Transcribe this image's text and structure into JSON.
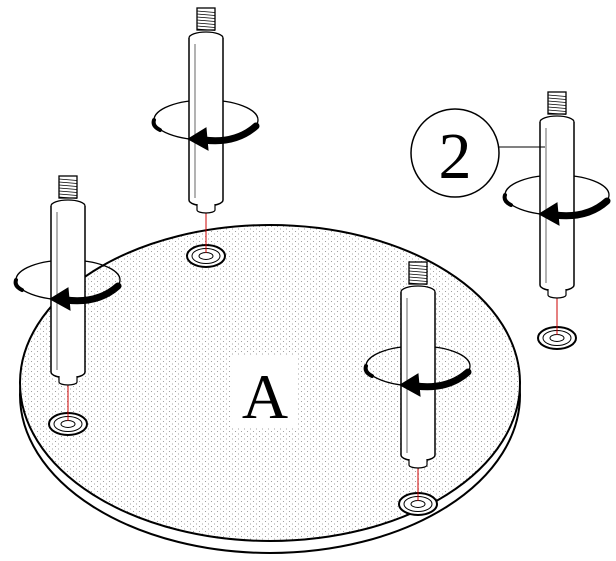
{
  "diagram": {
    "title": "",
    "part_label": "A",
    "callout_number": "2",
    "legs": [
      {
        "id": "back-left",
        "rotation": "clockwise-arrow"
      },
      {
        "id": "back-right",
        "rotation": "clockwise-arrow"
      },
      {
        "id": "front-left",
        "rotation": "clockwise-arrow"
      },
      {
        "id": "front-right",
        "rotation": "clockwise-arrow"
      }
    ],
    "colors": {
      "line": "#000000",
      "board_fill": "#e9e9e9",
      "guide_line": "#cc0000",
      "leg_fill": "#ffffff",
      "arrow_fill": "#000000"
    }
  }
}
